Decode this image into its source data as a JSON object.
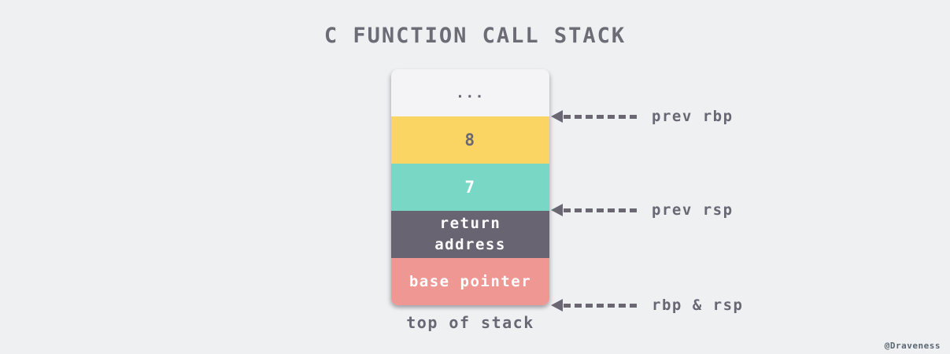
{
  "page": {
    "title": "C FUNCTION CALL STACK",
    "watermark": "@Draveness"
  },
  "stack": {
    "caption": "top of stack",
    "cells": [
      {
        "label": "...",
        "bg": "#f4f4f6",
        "text_color": "#6a6775"
      },
      {
        "label": "8",
        "bg": "#fbd564",
        "text_color": "#6a6775"
      },
      {
        "label": "7",
        "bg": "#79d7c6",
        "text_color": "#ffffff"
      },
      {
        "label": "return address",
        "bg": "#686472",
        "text_color": "#ffffff"
      },
      {
        "label": "base pointer",
        "bg": "#ef9792",
        "text_color": "#ffffff"
      }
    ]
  },
  "pointers": [
    {
      "label": "prev rbp"
    },
    {
      "label": "prev rsp"
    },
    {
      "label": "rbp & rsp"
    }
  ],
  "colors": {
    "background": "#eff0f2",
    "title": "#6c6b76",
    "text": "#6a6775",
    "arrow": "#6a6773",
    "watermark": "#5a6772"
  }
}
